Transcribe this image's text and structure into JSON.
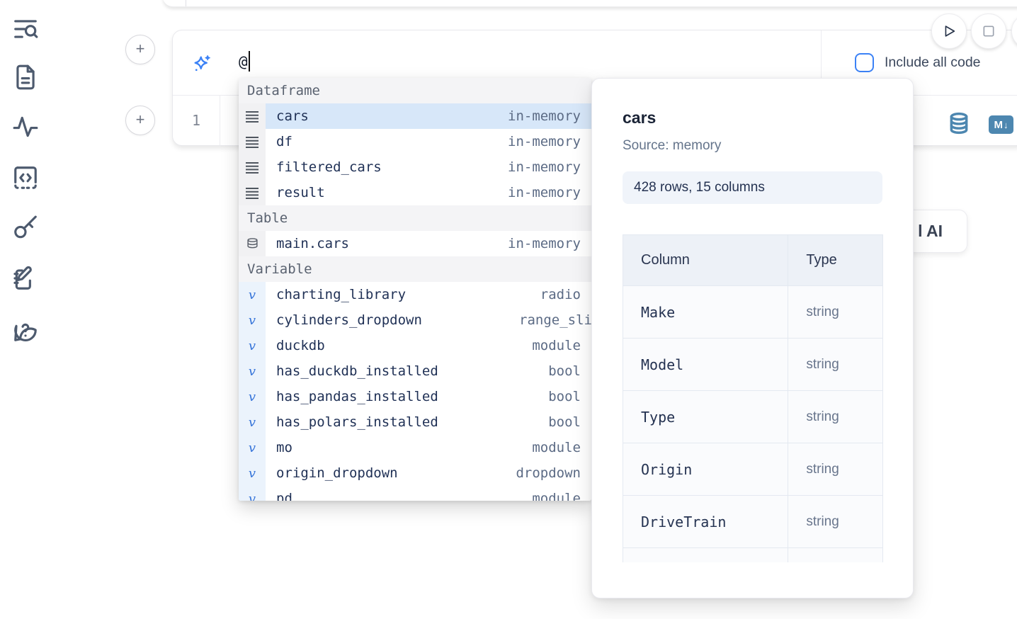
{
  "sidebar": {
    "icons": [
      {
        "name": "list-search-icon"
      },
      {
        "name": "file-document-icon"
      },
      {
        "name": "activity-icon"
      },
      {
        "name": "code-snippet-icon"
      },
      {
        "name": "key-icon"
      },
      {
        "name": "scratchpad-icon"
      },
      {
        "name": "help-chat-icon"
      }
    ]
  },
  "toolbar": {
    "run_button": "play-icon",
    "stop_button": "stop-icon"
  },
  "ai_prompt": {
    "input_value": "@",
    "include_all_code_label": "Include all code",
    "checkbox_checked": false
  },
  "cell": {
    "line_number": "1",
    "markdown_badge": "M",
    "markdown_badge_arrow": "↓"
  },
  "generate_ai_button": {
    "visible_text": "l AI"
  },
  "autocomplete": {
    "sections": [
      {
        "label": "Dataframe",
        "items": [
          {
            "name": "cars",
            "type": "in-memory"
          },
          {
            "name": "df",
            "type": "in-memory"
          },
          {
            "name": "filtered_cars",
            "type": "in-memory"
          },
          {
            "name": "result",
            "type": "in-memory"
          }
        ]
      },
      {
        "label": "Table",
        "items": [
          {
            "name": "main.cars",
            "type": "in-memory"
          }
        ]
      },
      {
        "label": "Variable",
        "icon_glyph": "v",
        "items": [
          {
            "name": "charting_library",
            "type": "radio"
          },
          {
            "name": "cylinders_dropdown",
            "type": "range_sli"
          },
          {
            "name": "duckdb",
            "type": "module"
          },
          {
            "name": "has_duckdb_installed",
            "type": "bool"
          },
          {
            "name": "has_pandas_installed",
            "type": "bool"
          },
          {
            "name": "has_polars_installed",
            "type": "bool"
          },
          {
            "name": "mo",
            "type": "module"
          },
          {
            "name": "origin_dropdown",
            "type": "dropdown"
          },
          {
            "name": "pd",
            "type": "module"
          }
        ]
      }
    ]
  },
  "preview": {
    "title": "cars",
    "source": "Source: memory",
    "shape": "428 rows, 15 columns",
    "table": {
      "headers": [
        "Column",
        "Type"
      ],
      "rows": [
        [
          "Make",
          "string"
        ],
        [
          "Model",
          "string"
        ],
        [
          "Type",
          "string"
        ],
        [
          "Origin",
          "string"
        ],
        [
          "DriveTrain",
          "string"
        ]
      ]
    }
  },
  "colors": {
    "accent_blue": "#3c82f6",
    "steel_blue": "#4d87b0",
    "selection_blue": "#d7e7f9",
    "text_navy": "#1f3055",
    "text_slate": "#5c6b85"
  }
}
